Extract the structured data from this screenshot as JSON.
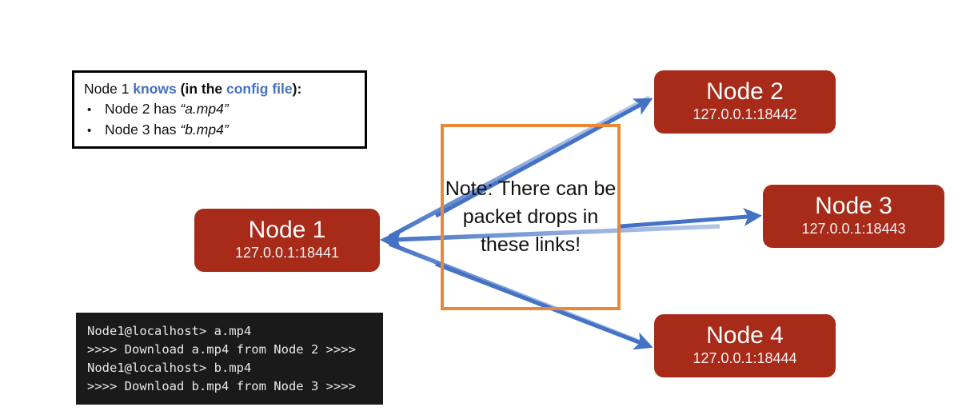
{
  "diagram": {
    "knowledge_box": {
      "heading": {
        "part1": "Node 1 ",
        "knows": "knows",
        "part2": " (in the ",
        "config": "config file",
        "part3": "):"
      },
      "bullets": [
        {
          "mark": "•",
          "prefix": "Node 2 has ",
          "file": "“a.mp4”"
        },
        {
          "mark": "•",
          "prefix": "Node 3 has ",
          "file": "“b.mp4”"
        }
      ]
    },
    "note_box": {
      "text": "Note: There can be packet drops in these links!",
      "border_color": "#E8883A"
    },
    "nodes": [
      {
        "title": "Node 1",
        "address": "127.0.0.1:18441"
      },
      {
        "title": "Node 2",
        "address": "127.0.0.1:18442"
      },
      {
        "title": "Node 3",
        "address": "127.0.0.1:18443"
      },
      {
        "title": "Node 4",
        "address": "127.0.0.1:18444"
      }
    ],
    "node_color": "#A82A19",
    "arrow_color": "#4472C4",
    "terminal": {
      "lines": [
        "Node1@localhost> a.mp4",
        ">>>> Download a.mp4 from Node 2 >>>>",
        "Node1@localhost> b.mp4",
        ">>>> Download b.mp4 from Node 3 >>>>"
      ],
      "background": "#1A1A1A",
      "text_color": "#E8E8E8"
    }
  }
}
